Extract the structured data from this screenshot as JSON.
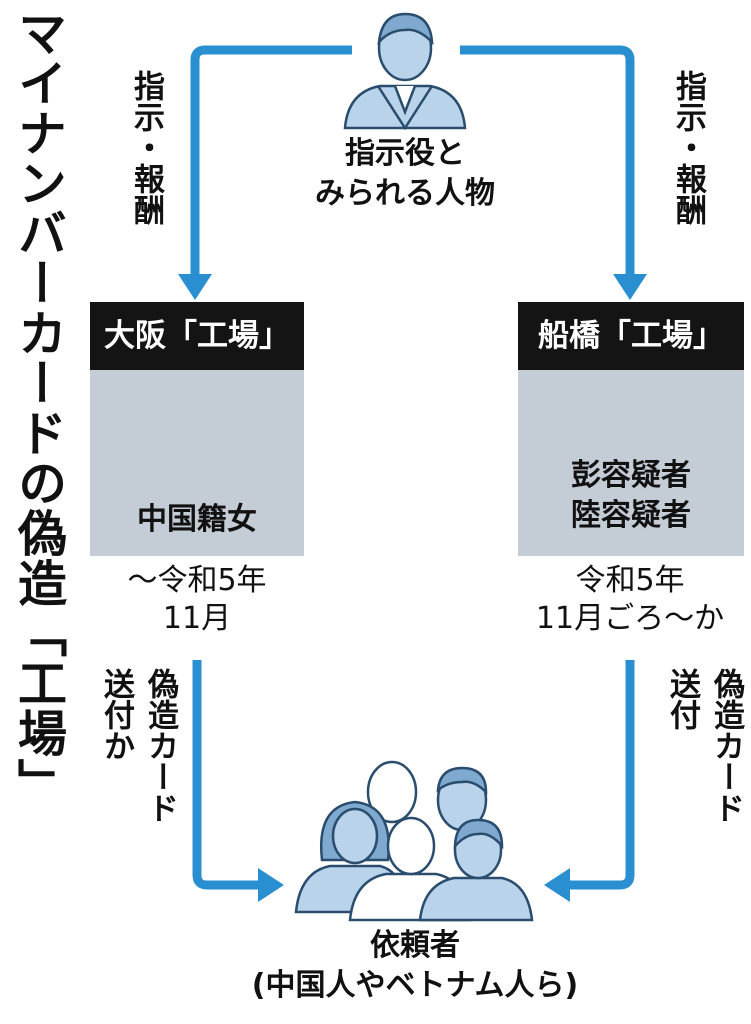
{
  "title": "マイナンバーカードの偽造「工場」",
  "top_person": {
    "line1": "指示役と",
    "line2": "みられる人物"
  },
  "instruction_left": "指示・報酬",
  "instruction_right": "指示・報酬",
  "osaka": {
    "header": "大阪「工場」",
    "person": "中国籍女",
    "period_line1": "～令和5年",
    "period_line2": "11月"
  },
  "funabashi": {
    "header": "船橋「工場」",
    "person_line1": "彭容疑者",
    "person_line2": "陸容疑者",
    "period_line1": "令和5年",
    "period_line2": "11月ごろ～か"
  },
  "send_left_line1": "偽造カード",
  "send_left_line2": "送付か",
  "send_right_line1": "偽造カード",
  "send_right_line2": "送付",
  "requesters": {
    "line1": "依頼者",
    "line2": "(中国人やベトナム人ら)"
  },
  "colors": {
    "arrow": "#2a8fd0",
    "person_fill": "#b9d3ea",
    "person_stroke": "#2a4d6e",
    "panel": "#c4ccd6",
    "header": "#141414"
  }
}
